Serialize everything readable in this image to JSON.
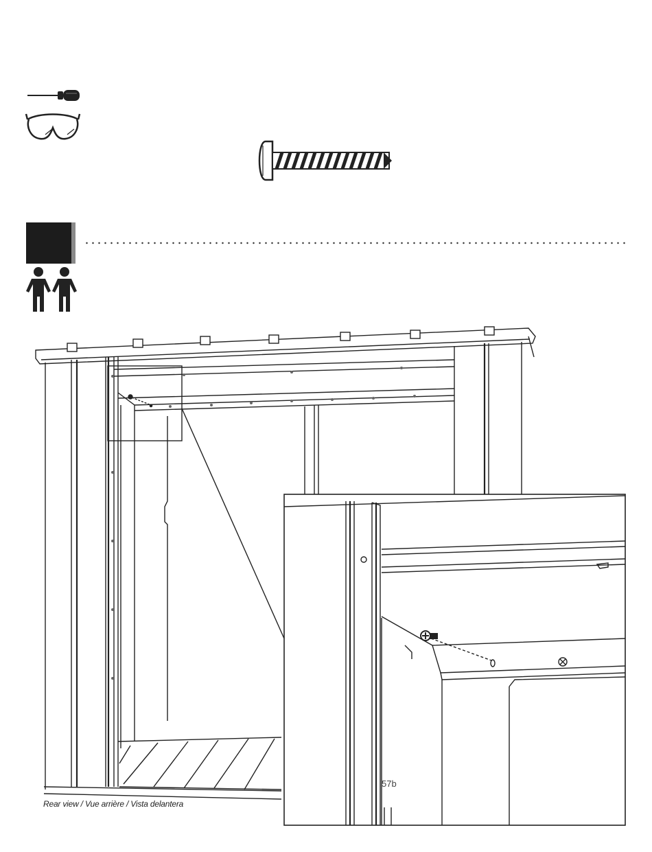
{
  "page": {
    "caption": "Rear view / Vue arrière / Vista delantera",
    "part_label": "57b"
  },
  "tools": [
    "screwdriver-icon",
    "safety-glasses-icon"
  ],
  "hardware": [
    "pan-head-screw-icon"
  ],
  "people_required": 2,
  "colors": {
    "ink": "#222222",
    "step_box": "#1c1c1c"
  }
}
